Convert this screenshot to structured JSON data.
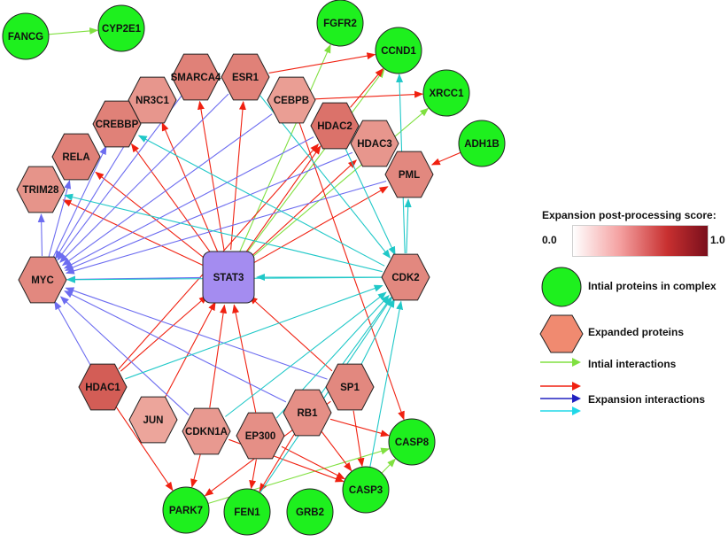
{
  "diagram": {
    "nodes": [
      {
        "id": "FANCG",
        "label": "FANCG",
        "type": "initial"
      },
      {
        "id": "CYP2E1",
        "label": "CYP2E1",
        "type": "initial"
      },
      {
        "id": "FGFR2",
        "label": "FGFR2",
        "type": "initial"
      },
      {
        "id": "CCND1",
        "label": "CCND1",
        "type": "initial"
      },
      {
        "id": "XRCC1",
        "label": "XRCC1",
        "type": "initial"
      },
      {
        "id": "ADH1B",
        "label": "ADH1B",
        "type": "initial"
      },
      {
        "id": "CASP8",
        "label": "CASP8",
        "type": "initial"
      },
      {
        "id": "CASP3",
        "label": "CASP3",
        "type": "initial"
      },
      {
        "id": "GRB2",
        "label": "GRB2",
        "type": "initial"
      },
      {
        "id": "FEN1",
        "label": "FEN1",
        "type": "initial"
      },
      {
        "id": "PARK7",
        "label": "PARK7",
        "type": "initial"
      },
      {
        "id": "SMARCA4",
        "label": "SMARCA4",
        "type": "expanded",
        "score": 0.55
      },
      {
        "id": "ESR1",
        "label": "ESR1",
        "type": "expanded",
        "score": 0.55
      },
      {
        "id": "NR3C1",
        "label": "NR3C1",
        "type": "expanded",
        "score": 0.4
      },
      {
        "id": "CEBPB",
        "label": "CEBPB",
        "type": "expanded",
        "score": 0.35
      },
      {
        "id": "CREBBP",
        "label": "CREBBP",
        "type": "expanded",
        "score": 0.55
      },
      {
        "id": "HDAC2",
        "label": "HDAC2",
        "type": "expanded",
        "score": 0.65
      },
      {
        "id": "HDAC3",
        "label": "HDAC3",
        "type": "expanded",
        "score": 0.4
      },
      {
        "id": "RELA",
        "label": "RELA",
        "type": "expanded",
        "score": 0.55
      },
      {
        "id": "PML",
        "label": "PML",
        "type": "expanded",
        "score": 0.5
      },
      {
        "id": "TRIM28",
        "label": "TRIM28",
        "type": "expanded",
        "score": 0.42
      },
      {
        "id": "MYC",
        "label": "MYC",
        "type": "expanded",
        "score": 0.5
      },
      {
        "id": "STAT3",
        "label": "STAT3",
        "type": "center"
      },
      {
        "id": "CDK2",
        "label": "CDK2",
        "type": "expanded",
        "score": 0.5
      },
      {
        "id": "SP1",
        "label": "SP1",
        "type": "expanded",
        "score": 0.5
      },
      {
        "id": "HDAC1",
        "label": "HDAC1",
        "type": "expanded",
        "score": 0.8
      },
      {
        "id": "RB1",
        "label": "RB1",
        "type": "expanded",
        "score": 0.45
      },
      {
        "id": "JUN",
        "label": "JUN",
        "type": "expanded",
        "score": 0.3
      },
      {
        "id": "CDKN1A",
        "label": "CDKN1A",
        "type": "expanded",
        "score": 0.38
      },
      {
        "id": "EP300",
        "label": "EP300",
        "type": "expanded",
        "score": 0.45
      }
    ],
    "edges": [
      {
        "from": "FANCG",
        "to": "CYP2E1",
        "kind": "initial"
      },
      {
        "from": "PARK7",
        "to": "CASP8",
        "kind": "initial"
      },
      {
        "from": "CASP3",
        "to": "CASP8",
        "kind": "initial"
      },
      {
        "from": "STAT3",
        "to": "FGFR2",
        "kind": "initial"
      },
      {
        "from": "STAT3",
        "to": "CCND1",
        "kind": "initial"
      },
      {
        "from": "STAT3",
        "to": "XRCC1",
        "kind": "initial"
      },
      {
        "from": "STAT3",
        "to": "SMARCA4",
        "kind": "red"
      },
      {
        "from": "STAT3",
        "to": "ESR1",
        "kind": "red"
      },
      {
        "from": "STAT3",
        "to": "NR3C1",
        "kind": "red"
      },
      {
        "from": "STAT3",
        "to": "CREBBP",
        "kind": "red"
      },
      {
        "from": "STAT3",
        "to": "RELA",
        "kind": "red"
      },
      {
        "from": "STAT3",
        "to": "TRIM28",
        "kind": "red"
      },
      {
        "from": "STAT3",
        "to": "HDAC2",
        "kind": "red"
      },
      {
        "from": "STAT3",
        "to": "HDAC3",
        "kind": "red"
      },
      {
        "from": "STAT3",
        "to": "PML",
        "kind": "red"
      },
      {
        "from": "HDAC1",
        "to": "STAT3",
        "kind": "red"
      },
      {
        "from": "JUN",
        "to": "STAT3",
        "kind": "red"
      },
      {
        "from": "CDKN1A",
        "to": "STAT3",
        "kind": "red"
      },
      {
        "from": "EP300",
        "to": "STAT3",
        "kind": "red"
      },
      {
        "from": "SP1",
        "to": "STAT3",
        "kind": "red"
      },
      {
        "from": "ESR1",
        "to": "CCND1",
        "kind": "red"
      },
      {
        "from": "CEBPB",
        "to": "XRCC1",
        "kind": "red"
      },
      {
        "from": "HDAC2",
        "to": "CCND1",
        "kind": "red"
      },
      {
        "from": "ADH1B",
        "to": "PML",
        "kind": "red"
      },
      {
        "from": "CEBPB",
        "to": "CASP8",
        "kind": "red"
      },
      {
        "from": "HDAC1",
        "to": "PARK7",
        "kind": "red"
      },
      {
        "from": "CDKN1A",
        "to": "PARK7",
        "kind": "red"
      },
      {
        "from": "EP300",
        "to": "FEN1",
        "kind": "red"
      },
      {
        "from": "CDKN1A",
        "to": "CASP3",
        "kind": "red"
      },
      {
        "from": "EP300",
        "to": "CASP3",
        "kind": "red"
      },
      {
        "from": "RB1",
        "to": "CASP8",
        "kind": "red"
      },
      {
        "from": "RB1",
        "to": "CASP3",
        "kind": "red"
      },
      {
        "from": "SP1",
        "to": "CASP3",
        "kind": "red"
      },
      {
        "from": "SP1",
        "to": "PARK7",
        "kind": "red"
      },
      {
        "from": "RB1",
        "to": "FEN1",
        "kind": "red"
      },
      {
        "from": "HDAC1",
        "to": "HDAC2",
        "kind": "red"
      },
      {
        "from": "ESR1",
        "to": "MYC",
        "kind": "blue"
      },
      {
        "from": "SMARCA4",
        "to": "MYC",
        "kind": "blue"
      },
      {
        "from": "NR3C1",
        "to": "MYC",
        "kind": "blue"
      },
      {
        "from": "CEBPB",
        "to": "MYC",
        "kind": "blue"
      },
      {
        "from": "HDAC2",
        "to": "MYC",
        "kind": "blue"
      },
      {
        "from": "HDAC3",
        "to": "MYC",
        "kind": "blue"
      },
      {
        "from": "PML",
        "to": "MYC",
        "kind": "blue"
      },
      {
        "from": "STAT3",
        "to": "MYC",
        "kind": "blue"
      },
      {
        "from": "MYC",
        "to": "CREBBP",
        "kind": "blue"
      },
      {
        "from": "MYC",
        "to": "RELA",
        "kind": "blue"
      },
      {
        "from": "MYC",
        "to": "TRIM28",
        "kind": "blue"
      },
      {
        "from": "SP1",
        "to": "MYC",
        "kind": "blue"
      },
      {
        "from": "RB1",
        "to": "MYC",
        "kind": "blue"
      },
      {
        "from": "CDKN1A",
        "to": "MYC",
        "kind": "blue"
      },
      {
        "from": "HDAC1",
        "to": "MYC",
        "kind": "blue"
      },
      {
        "from": "CDK2",
        "to": "STAT3",
        "kind": "cyan"
      },
      {
        "from": "CDK2",
        "to": "MYC",
        "kind": "cyan"
      },
      {
        "from": "CDK2",
        "to": "PML",
        "kind": "cyan"
      },
      {
        "from": "CDK2",
        "to": "CCND1",
        "kind": "cyan"
      },
      {
        "from": "CDK2",
        "to": "TRIM28",
        "kind": "cyan"
      },
      {
        "from": "CDK2",
        "to": "CREBBP",
        "kind": "cyan"
      },
      {
        "from": "ESR1",
        "to": "CDK2",
        "kind": "cyan"
      },
      {
        "from": "HDAC1",
        "to": "CDK2",
        "kind": "cyan"
      },
      {
        "from": "CDKN1A",
        "to": "CDK2",
        "kind": "cyan"
      },
      {
        "from": "EP300",
        "to": "CDK2",
        "kind": "cyan"
      },
      {
        "from": "RB1",
        "to": "CDK2",
        "kind": "cyan"
      },
      {
        "from": "SP1",
        "to": "CDK2",
        "kind": "cyan"
      },
      {
        "from": "CASP3",
        "to": "CDK2",
        "kind": "cyan"
      },
      {
        "from": "FEN1",
        "to": "CDK2",
        "kind": "cyan"
      },
      {
        "from": "HDAC2",
        "to": "CDK2",
        "kind": "cyan"
      }
    ]
  },
  "legend": {
    "title": "Expansion post-processing score:",
    "min_label": "0.0",
    "max_label": "1.0",
    "initial_proteins": "Intial proteins in complex",
    "expanded_proteins": "Expanded proteins",
    "initial_interactions": "Intial interactions",
    "expansion_interactions": "Expansion interactions"
  },
  "colors": {
    "initial_node": "#1ef01e",
    "center_node": "#a48cf0",
    "expanded_low": "#fbd0c4",
    "expanded_high": "#c9403a",
    "gradient_start": "#ffffff",
    "gradient_end": "#7a0f1c",
    "edge_initial": "#80e040",
    "edge_red": "#f02010",
    "edge_blue": "#6c6cf0",
    "edge_cyan": "#20c8c8"
  }
}
